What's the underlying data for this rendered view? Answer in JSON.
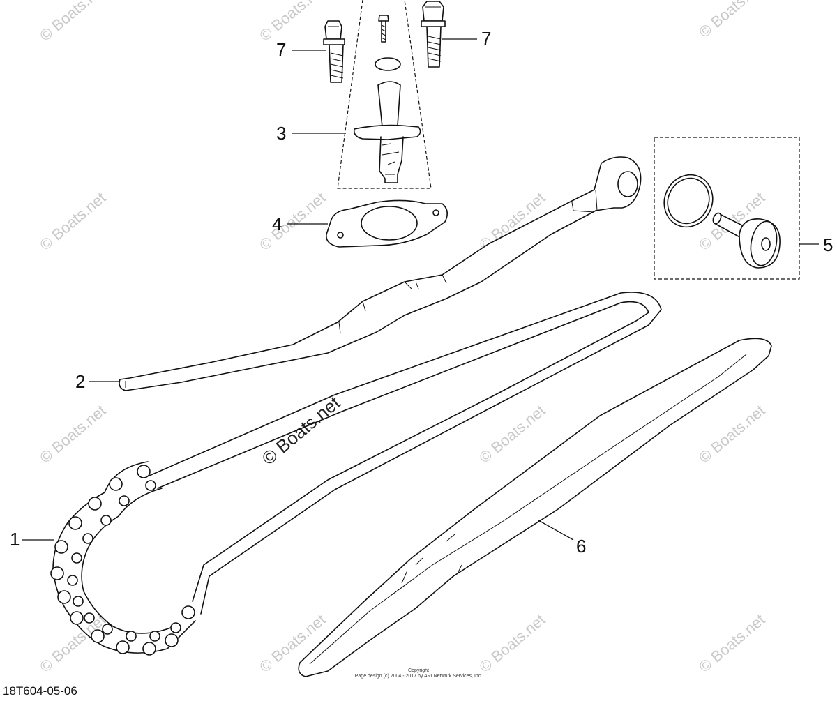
{
  "diagram": {
    "code": "18T604-05-06",
    "copyright_heading": "Copyright",
    "copyright_text": "Page design (c) 2004 - 2017 by ARI Network Services, Inc.",
    "watermark": "© Boats.net",
    "callouts": [
      {
        "id": "1",
        "label": "1"
      },
      {
        "id": "2",
        "label": "2"
      },
      {
        "id": "3",
        "label": "3"
      },
      {
        "id": "4",
        "label": "4"
      },
      {
        "id": "5",
        "label": "5"
      },
      {
        "id": "6",
        "label": "6"
      },
      {
        "id": "7a",
        "label": "7"
      },
      {
        "id": "7b",
        "label": "7"
      }
    ],
    "colors": {
      "line": "#111111",
      "watermark": "#c9c9c9",
      "background": "#ffffff"
    }
  }
}
